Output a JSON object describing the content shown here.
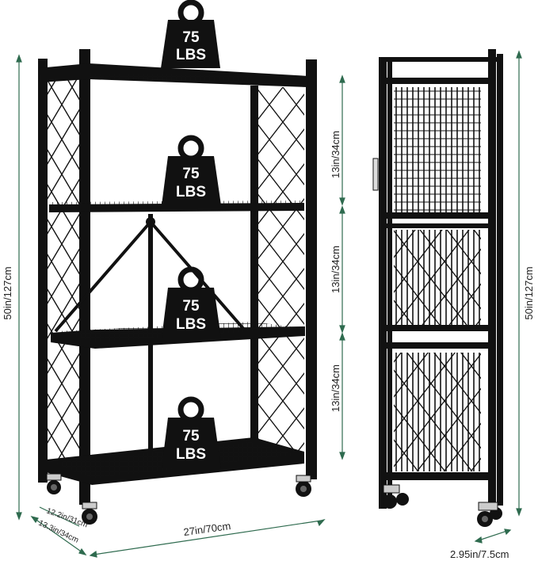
{
  "weights": [
    {
      "number": "75",
      "unit": "LBS"
    },
    {
      "number": "75",
      "unit": "LBS"
    },
    {
      "number": "75",
      "unit": "LBS"
    },
    {
      "number": "75",
      "unit": "LBS"
    }
  ],
  "dimensions": {
    "total_height": "50in/127cm",
    "folded_height": "50in/127cm",
    "tier_spacing": [
      "13in/34cm",
      "13in/34cm",
      "13in/34cm"
    ],
    "width": "27in/70cm",
    "depth_inner": "12.2in/31cm",
    "depth_outer": "13.3in/34cm",
    "folded_thickness": "2.95in/7.5cm"
  },
  "colors": {
    "frame": "#111111",
    "dimension_line": "#2f6b4f",
    "weight_fill": "#111111",
    "weight_text": "#ffffff"
  }
}
